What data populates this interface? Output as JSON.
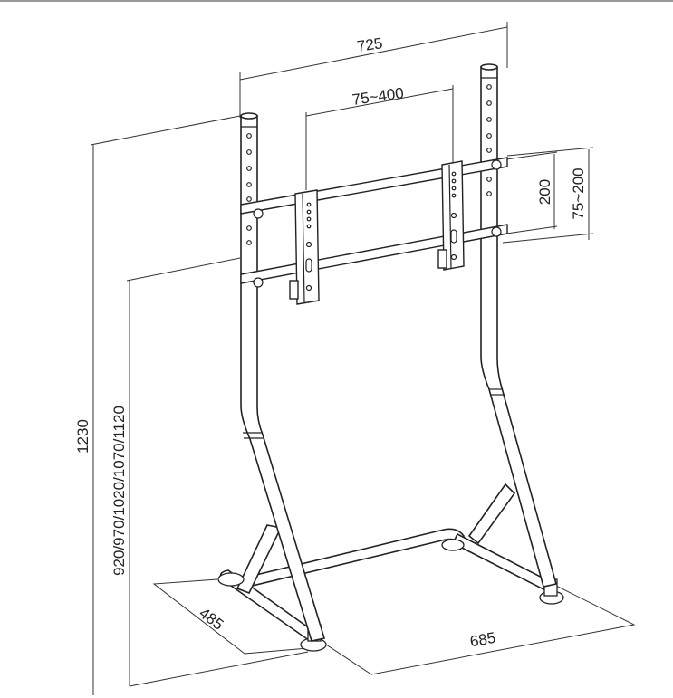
{
  "dimensions": {
    "overall_width": "725",
    "vesa_width": "75~400",
    "bar_spacing": "200",
    "vesa_height": "75~200",
    "overall_height": "1230",
    "mount_heights": "920/970/1020/1070/1120",
    "base_depth": "485",
    "base_width": "685"
  }
}
